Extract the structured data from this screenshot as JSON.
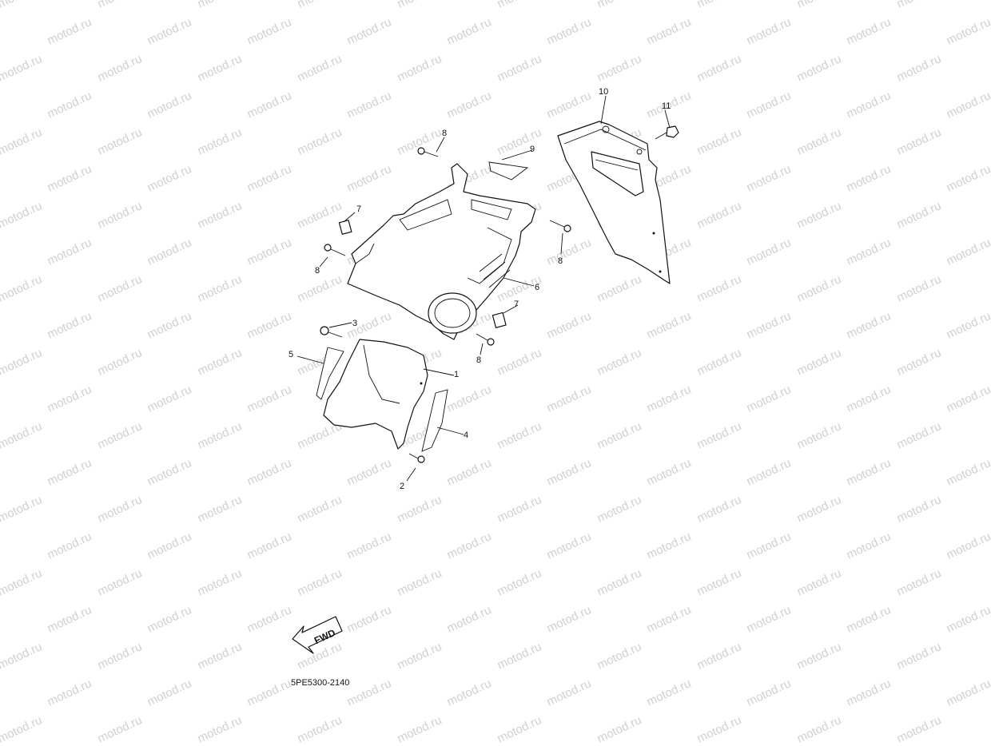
{
  "watermark": {
    "text": "motod.ru"
  },
  "diagram_code": "5PE5300-2140",
  "fwd_label": "FWD",
  "callouts": [
    {
      "id": "c1",
      "label": "1"
    },
    {
      "id": "c2",
      "label": "2"
    },
    {
      "id": "c3",
      "label": "3"
    },
    {
      "id": "c4",
      "label": "4"
    },
    {
      "id": "c5",
      "label": "5"
    },
    {
      "id": "c6",
      "label": "6"
    },
    {
      "id": "c7a",
      "label": "7"
    },
    {
      "id": "c7b",
      "label": "7"
    },
    {
      "id": "c8a",
      "label": "8"
    },
    {
      "id": "c8b",
      "label": "8"
    },
    {
      "id": "c8c",
      "label": "8"
    },
    {
      "id": "c8d",
      "label": "8"
    },
    {
      "id": "c9",
      "label": "9"
    },
    {
      "id": "c10",
      "label": "10"
    },
    {
      "id": "c11",
      "label": "11"
    }
  ]
}
